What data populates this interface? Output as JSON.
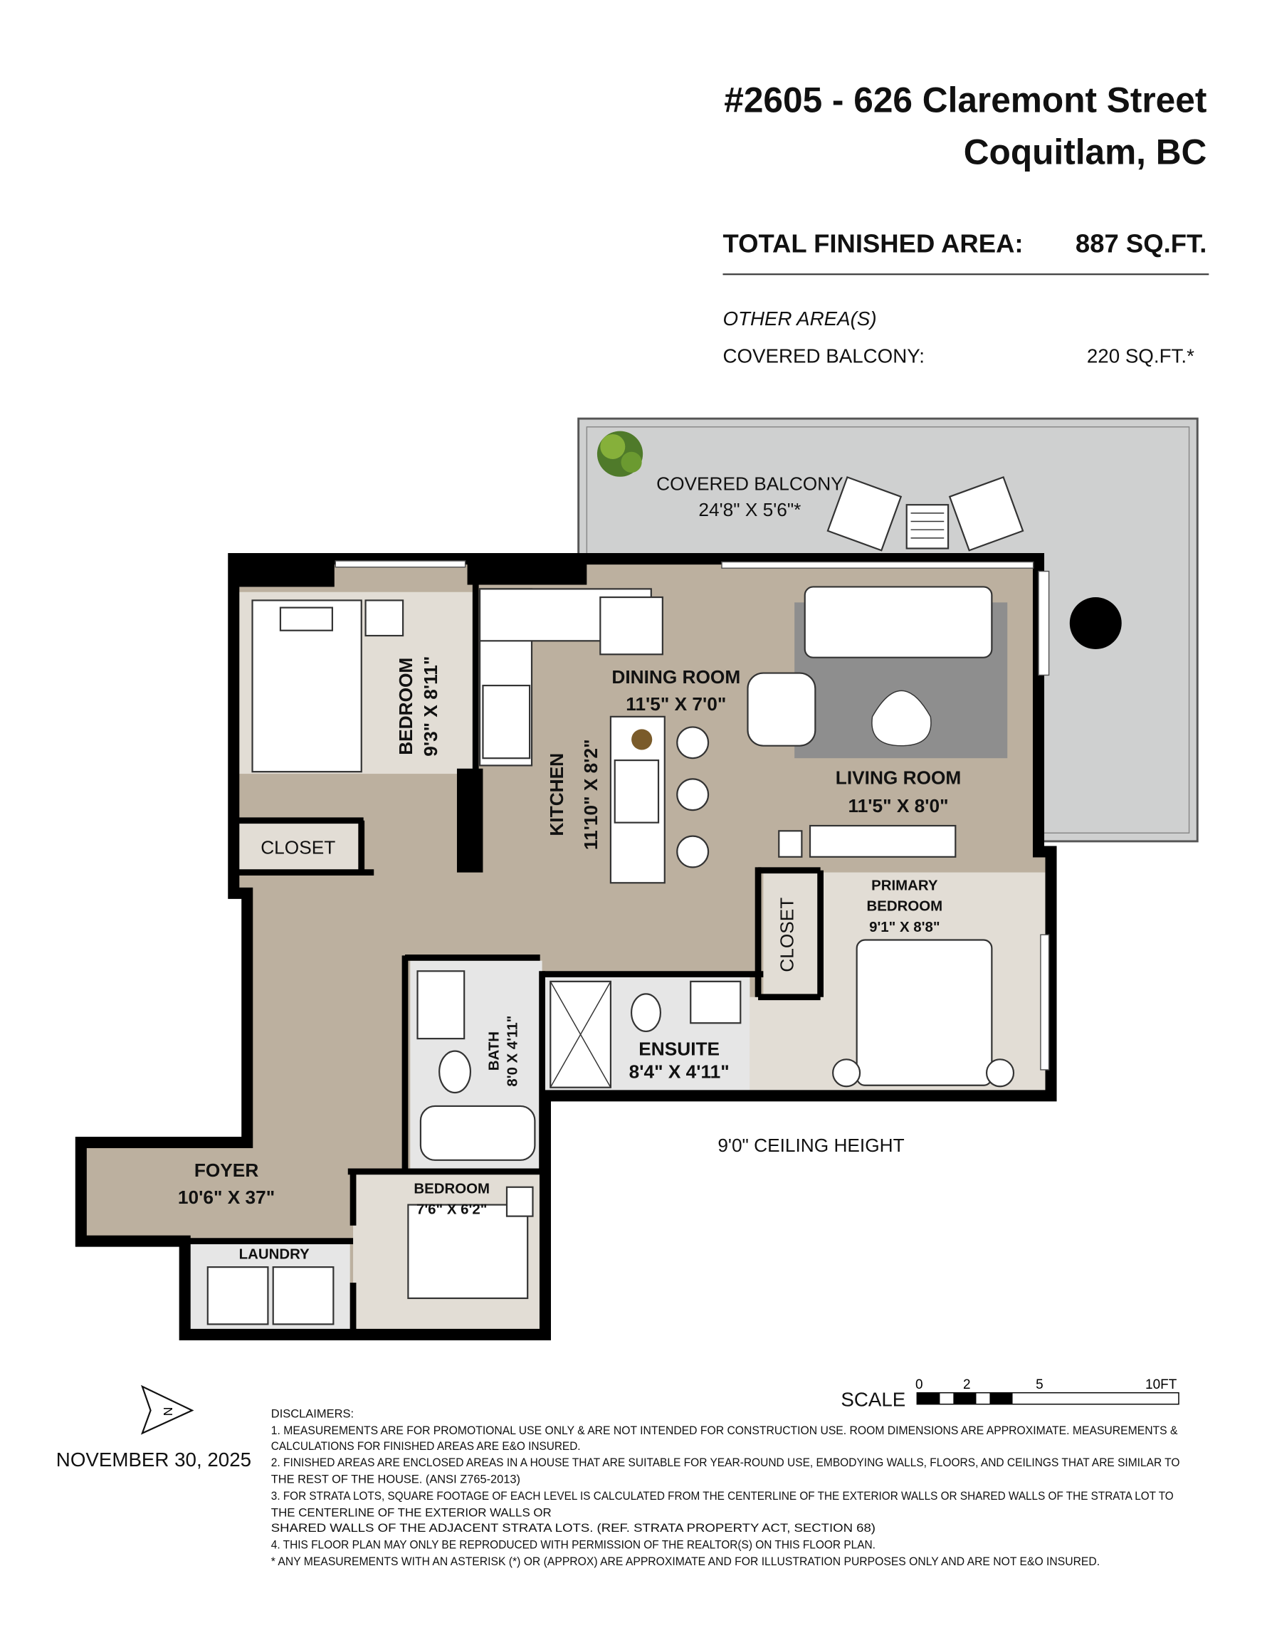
{
  "header": {
    "address_line1": "#2605 - 626 Claremont Street",
    "address_line2": "Coquitlam, BC",
    "total_label": "TOTAL FINISHED AREA:",
    "total_value": "887 SQ.FT.",
    "other_areas_label": "OTHER AREA(S)",
    "balcony_label": "COVERED BALCONY:",
    "balcony_value": "220 SQ.FT.*"
  },
  "rooms": {
    "balcony": {
      "name": "COVERED BALCONY",
      "dims": "24'8\" X 5'6\"*"
    },
    "bedroom1": {
      "name": "BEDROOM",
      "dims": "9'3\" X 8'11\""
    },
    "closet1": {
      "name": "CLOSET"
    },
    "kitchen": {
      "name": "KITCHEN",
      "dims": "11'10\" X 8'2\""
    },
    "dining": {
      "name": "DINING ROOM",
      "dims": "11'5\" X 7'0\""
    },
    "living": {
      "name": "LIVING ROOM",
      "dims": "11'5\" X 8'0\""
    },
    "primary": {
      "name_line1": "PRIMARY",
      "name_line2": "BEDROOM",
      "dims": "9'1\" X 8'8\""
    },
    "closet2": {
      "name": "CLOSET"
    },
    "bath": {
      "name": "BATH",
      "dims": "8'0 X 4'11\""
    },
    "ensuite": {
      "name": "ENSUITE",
      "dims": "8'4\" X 4'11\""
    },
    "foyer": {
      "name": "FOYER",
      "dims": "10'6\" X 37\""
    },
    "laundry": {
      "name": "LAUNDRY"
    },
    "bedroom2": {
      "name": "BEDROOM",
      "dims": "7'6\" X 6'2\""
    }
  },
  "ceiling_height": "9'0\" CEILING HEIGHT",
  "compass": {
    "label": "N"
  },
  "date": "NOVEMBER 30, 2025",
  "scale": {
    "label": "SCALE",
    "ticks": [
      "0",
      "2",
      "5",
      "10FT"
    ]
  },
  "disclaimers": {
    "title": "DISCLAIMERS:",
    "lines": [
      "1. MEASUREMENTS ARE FOR PROMOTIONAL USE ONLY & ARE NOT INTENDED FOR CONSTRUCTION USE. ROOM DIMENSIONS ARE APPROXIMATE. MEASUREMENTS &",
      "CALCULATIONS FOR FINISHED AREAS ARE E&O INSURED.",
      "2. FINISHED AREAS ARE ENCLOSED AREAS IN A HOUSE THAT ARE SUITABLE FOR YEAR-ROUND USE, EMBODYING WALLS, FLOORS, AND CEILINGS THAT ARE SIMILAR TO",
      "THE REST OF THE HOUSE. (ANSI Z765-2013)",
      "3. FOR STRATA LOTS, SQUARE FOOTAGE OF EACH LEVEL IS CALCULATED FROM THE CENTERLINE OF THE EXTERIOR WALLS OR SHARED WALLS OF THE STRATA LOT TO",
      "THE CENTERLINE OF THE EXTERIOR WALLS OR",
      "SHARED WALLS OF THE ADJACENT STRATA LOTS. (REF. STRATA PROPERTY ACT, SECTION 68)",
      "4. THIS FLOOR PLAN MAY ONLY BE REPRODUCED WITH PERMISSION OF THE REALTOR(S) ON THIS FLOOR PLAN.",
      "* ANY MEASUREMENTS WITH AN ASTERISK (*) OR (APPROX) ARE APPROXIMATE AND FOR ILLUSTRATION PURPOSES ONLY AND ARE NOT E&O INSURED."
    ]
  },
  "colors": {
    "wood_floor": "#bcb09f",
    "carpet": "#e2ddd5",
    "balcony": "#cfd0d0",
    "tile": "#e6e6e6",
    "wall": "#000000"
  }
}
